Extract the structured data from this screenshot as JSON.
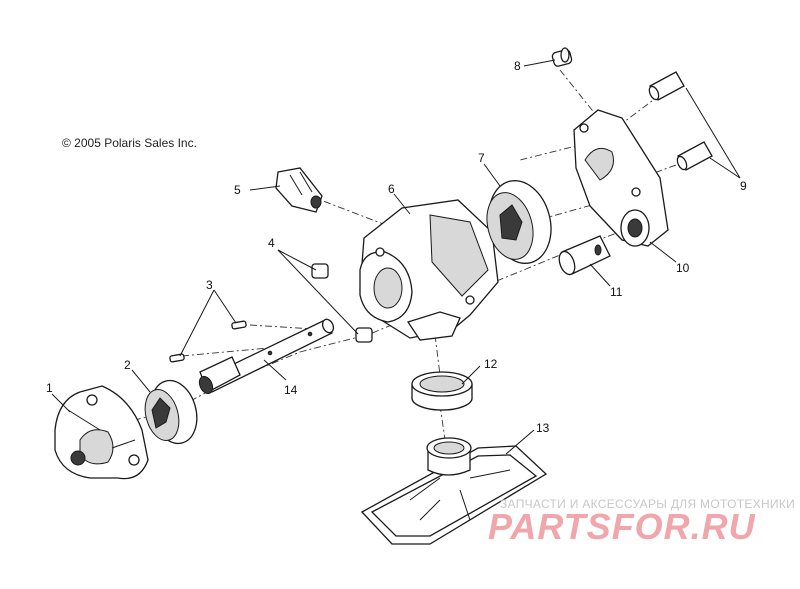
{
  "copyright": "© 2005 Polaris Sales Inc.",
  "callouts": [
    "1",
    "2",
    "3",
    "4",
    "5",
    "6",
    "7",
    "8",
    "9",
    "10",
    "11",
    "12",
    "13",
    "14"
  ],
  "watermark": {
    "tagline": "ЗАПЧАСТИ И АКСЕССУАРЫ ДЛЯ МОТОТЕХНИКИ",
    "logo": "PARTSFOR.RU",
    "logo_color": "#f0a6aa"
  }
}
